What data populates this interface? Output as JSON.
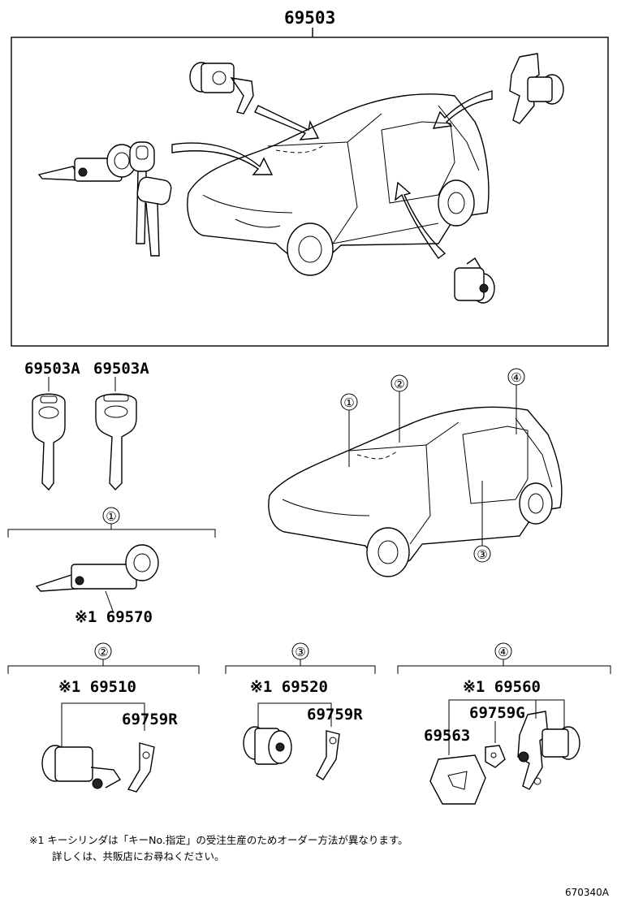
{
  "diagram": {
    "main_assembly_label": "69503",
    "key_labels": [
      "69503A",
      "69503A"
    ],
    "sections": [
      {
        "circle": "①",
        "part": "※1 69570"
      },
      {
        "circle": "②",
        "part": "※1 69510",
        "sub": "69759R"
      },
      {
        "circle": "③",
        "part": "※1 69520",
        "sub": "69759R"
      },
      {
        "circle": "④",
        "part": "※1 69560",
        "sub": "69759G",
        "sub2": "69563"
      }
    ],
    "car_callouts": [
      "①",
      "②",
      "③",
      "④"
    ],
    "note_line1": "※1 キーシリンダは「キーNo.指定」の受注生産のためオーダー方法が異なります。",
    "note_line2": "詳しくは、共販店にお尋ねください。",
    "figure_code": "670340A"
  }
}
